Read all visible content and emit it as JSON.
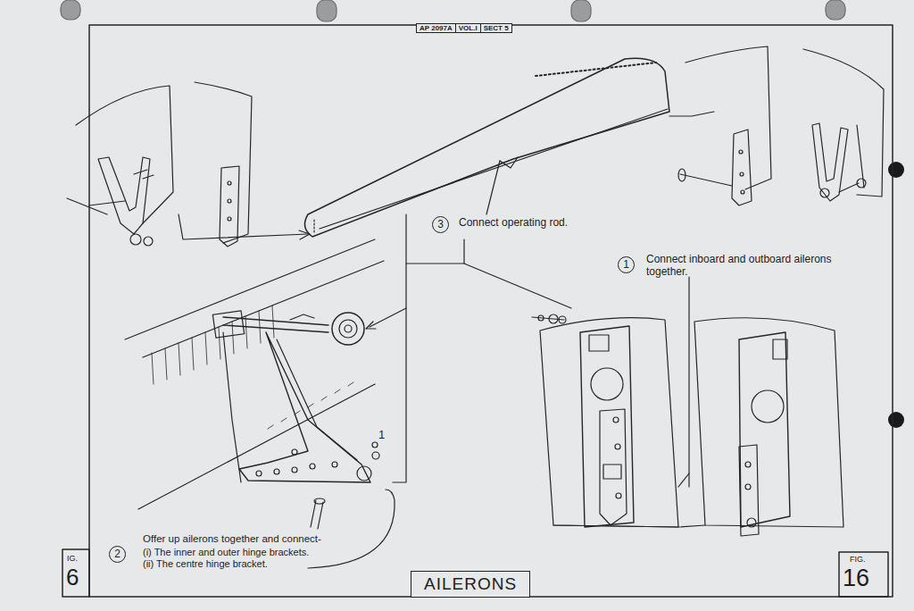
{
  "diagram": {
    "title": "AILERONS",
    "labels": [
      "AP 2097A",
      "VOL.I",
      "SECT 5",
      "3",
      "Connect operating rod.",
      "1",
      "Connect inboard and outboard ailerons together.",
      "1",
      "2",
      "Offer up ailerons together and connect-",
      "(i) The inner and outer hinge brackets.",
      "(ii) The centre hinge bracket.",
      "IG.",
      "6",
      "FIG.",
      "16"
    ]
  }
}
